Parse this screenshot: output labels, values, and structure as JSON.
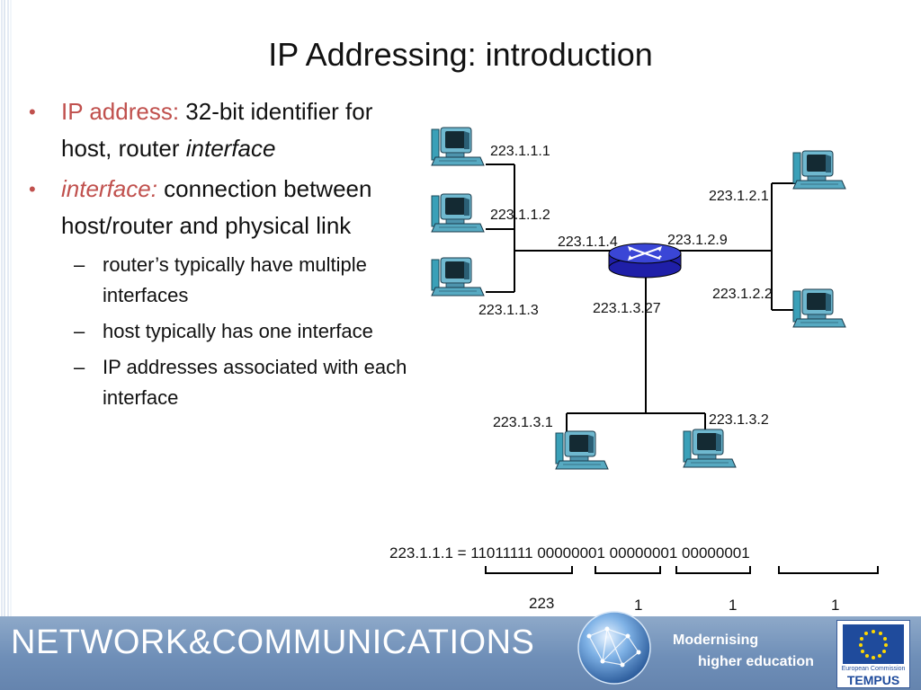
{
  "slide": {
    "title": "IP Addressing: introduction"
  },
  "bullets": {
    "b1": {
      "label": "IP address:",
      "text_a": " 32-bit identifier for host, router ",
      "text_b": "interface"
    },
    "b2": {
      "label": "interface:",
      "text": " connection between host/router and physical link"
    },
    "sub": [
      "router’s typically have multiple interfaces",
      "host typically has one interface",
      "IP addresses associated with each interface"
    ]
  },
  "diagram": {
    "hosts": {
      "h1": "223.1.1.1",
      "h2": "223.1.1.2",
      "h3": "223.1.1.3",
      "h4": "223.1.2.1",
      "h5": "223.1.2.2",
      "h6": "223.1.3.1",
      "h7": "223.1.3.2"
    },
    "router_interfaces": {
      "if1": "223.1.1.4",
      "if2": "223.1.2.9",
      "if3": "223.1.3.27"
    }
  },
  "binary": {
    "equation": "223.1.1.1 = 11011111 00000001 00000001 00000001",
    "octets": [
      "223",
      "1",
      "1",
      "1"
    ]
  },
  "footer": {
    "brand": "NETWORK&COMMUNICATIONS",
    "tagline_1": "Modernising",
    "tagline_2": "higher education",
    "ec_small": "European Commission",
    "ec_name": "TEMPUS"
  }
}
